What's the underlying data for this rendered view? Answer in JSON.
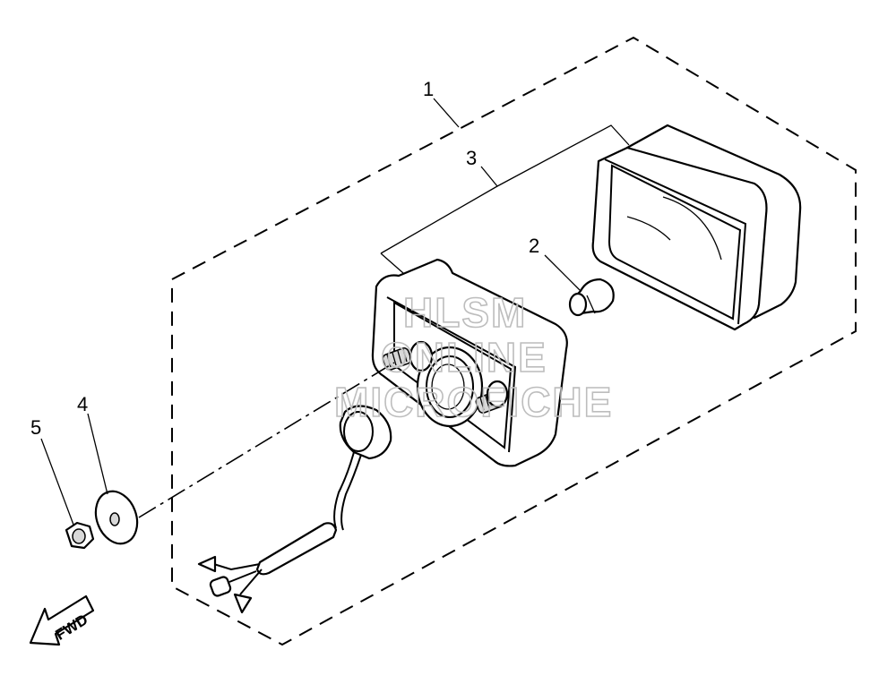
{
  "callouts": {
    "c1": "1",
    "c2": "2",
    "c3": "3",
    "c4": "4",
    "c5": "5"
  },
  "watermark": {
    "line1": "HLSM",
    "line2": "ONLINE",
    "line3": "MICROFICHE"
  },
  "direction_arrow": {
    "label": "FWD"
  }
}
